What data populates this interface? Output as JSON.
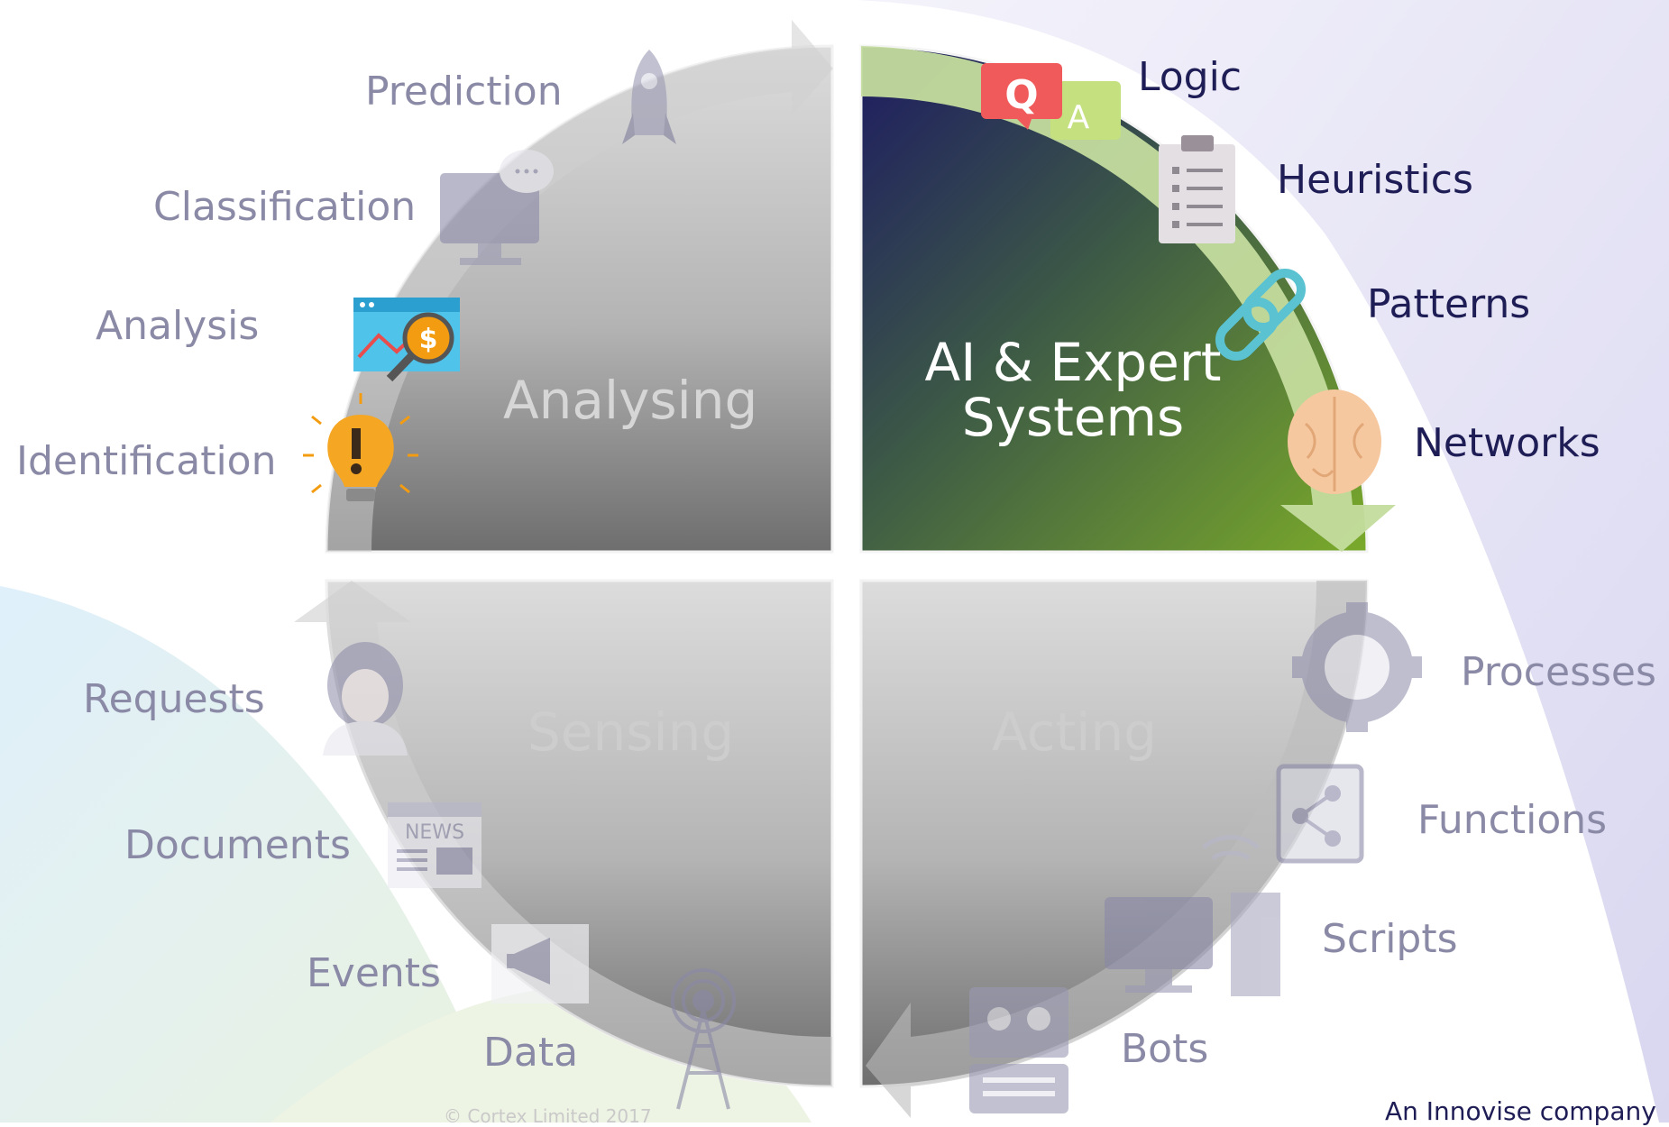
{
  "quadrants": {
    "analysing": {
      "title": "Analysing",
      "items": [
        "Prediction",
        "Classification",
        "Analysis",
        "Identification"
      ]
    },
    "ai": {
      "title_line1": "AI & Expert",
      "title_line2": "Systems",
      "items": [
        "Logic",
        "Heuristics",
        "Patterns",
        "Networks"
      ]
    },
    "sensing": {
      "title": "Sensing",
      "items": [
        "Requests",
        "Documents",
        "Events",
        "Data"
      ]
    },
    "acting": {
      "title": "Acting",
      "items": [
        "Processes",
        "Functions",
        "Scripts",
        "Bots"
      ]
    }
  },
  "icons": {
    "qa_q": "Q",
    "qa_a": "A",
    "news": "NEWS",
    "finance": "$"
  },
  "footer": {
    "copyright": "© Cortex Limited 2017",
    "company": "An Innovise company"
  },
  "colors": {
    "grey_text": "#8b8aa6",
    "dark_text": "#1f1d55",
    "ai_gradient_start": "#1d1b62",
    "ai_gradient_end": "#7aaa2a",
    "arrow_green": "#c4dc9e"
  }
}
